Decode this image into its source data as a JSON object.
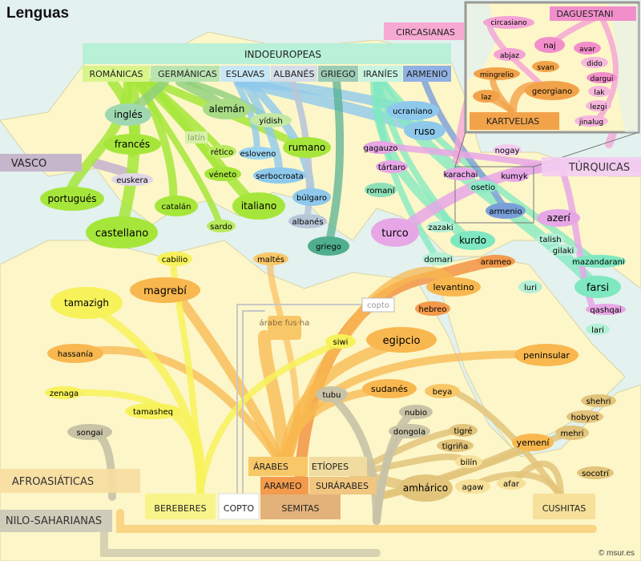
{
  "title": "Lenguas",
  "credit": "© msur.es",
  "colors": {
    "sea": "#e3f1ef",
    "land": "#fcf6c8",
    "romance": "#a6e63a",
    "germanic": "#8fd07c",
    "slavic": "#8ec9ec",
    "albanian": "#b8c7d8",
    "greek": "#4fae8e",
    "iranian": "#7fe8c0",
    "armenian": "#7a9fd8",
    "turkic": "#e7a7e6",
    "caucasian": "#f4a3d5",
    "kartvelian": "#f2a34a",
    "semitic": "#f8b84f",
    "berber": "#f7f25a",
    "cushitic": "#e2c47a",
    "nilosaharan": "#c8c3a6",
    "basque": "#c6b6cc"
  },
  "families": {
    "indoeuropeas": "INDOEUROPEAS",
    "romanicas": "ROMÁNICAS",
    "germanicas": "GERMÁNICAS",
    "eslavas": "ESLAVAS",
    "albanes": "ALBANÉS",
    "griego": "GRIEGO",
    "iranies": "IRANÍES",
    "armenio": "ARMENIO",
    "circasianas": "CIRCASIANAS",
    "daguestani": "DAGUESTANI",
    "kartvelias": "KARTVELIAS",
    "turquicas": "TÚRQUICAS",
    "vasco": "VASCO",
    "afroasiaticas": "AFROASIÁTICAS",
    "nilosaharianas": "NILO-SAHARIANAS",
    "bereberes": "BEREBERES",
    "copto": "COPTO",
    "semitas": "SEMITAS",
    "arabes": "ÁRABES",
    "etiopes": "ETÍOPES",
    "arameo": "ARAMEO",
    "surarabes": "SURÁRABES",
    "cushitas": "CUSHITAS"
  },
  "languages": {
    "ingles": "inglés",
    "aleman": "alemán",
    "yidish": "yídish",
    "frances": "francés",
    "latin": "latín",
    "retico": "rético",
    "esloveno": "esloveno",
    "rumano": "rumano",
    "ucraniano": "ucraniano",
    "ruso": "ruso",
    "gagauzo": "gagauzo",
    "tartaro": "tártaro",
    "veneto": "véneto",
    "serbocroata": "serbocroata",
    "romani": "romaní",
    "euskera": "euskera",
    "portugues": "portugués",
    "catalan": "catalán",
    "italiano": "italiano",
    "bulgaro": "búlgaro",
    "castellano": "castellano",
    "sardo": "sardo",
    "albanes": "albanés",
    "griego": "griego",
    "turco": "turco",
    "zazaki": "zazaki",
    "kurdo": "kurdo",
    "karachai": "karachai",
    "kumyk": "kumyk",
    "osetio": "osetio",
    "armenio": "armenio",
    "azeri": "azerí",
    "nogay": "nogay",
    "talish": "talish",
    "gilaki": "gilaki",
    "mazandarani": "mazandarani",
    "farsi": "farsi",
    "luri": "luri",
    "qashqai": "qashqai",
    "lari": "lari",
    "domari": "domari",
    "arameo": "arameo",
    "levantino": "levantino",
    "hebreo": "hebreo",
    "copto": "copto",
    "cabilio": "cabilio",
    "maltes": "maltés",
    "magrebi": "magrebí",
    "tamazigh": "tamazigh",
    "arabe_fusha": "árabe fus·ha",
    "siwi": "siwi",
    "egipcio": "egipcio",
    "hassania": "hassanía",
    "peninsular": "peninsular",
    "sudanes": "sudanés",
    "beya": "beya",
    "zenaga": "zenaga",
    "tubu": "tubu",
    "nubio": "nubio",
    "tamasheq": "tamasheq",
    "songai": "songai",
    "dongola": "dongola",
    "tigre": "tigré",
    "tigrinia": "tigriña",
    "bilin": "bilín",
    "yemeni": "yemení",
    "mehri": "mehri",
    "hobyot": "hobyot",
    "shehri": "shehri",
    "socotri": "socotrí",
    "amharico": "amhárico",
    "agaw": "agaw",
    "afar": "afar",
    "circasiano": "circasiano",
    "abjaz": "abjaz",
    "naj": "naj",
    "avar": "avar",
    "dido": "dido",
    "svan": "svan",
    "mingrelio": "mingrelio",
    "dargui": "dargui",
    "georgiano": "georgiano",
    "lak": "lak",
    "laz": "laz",
    "lezgi": "lezgi",
    "jinalug": "jinalug"
  }
}
